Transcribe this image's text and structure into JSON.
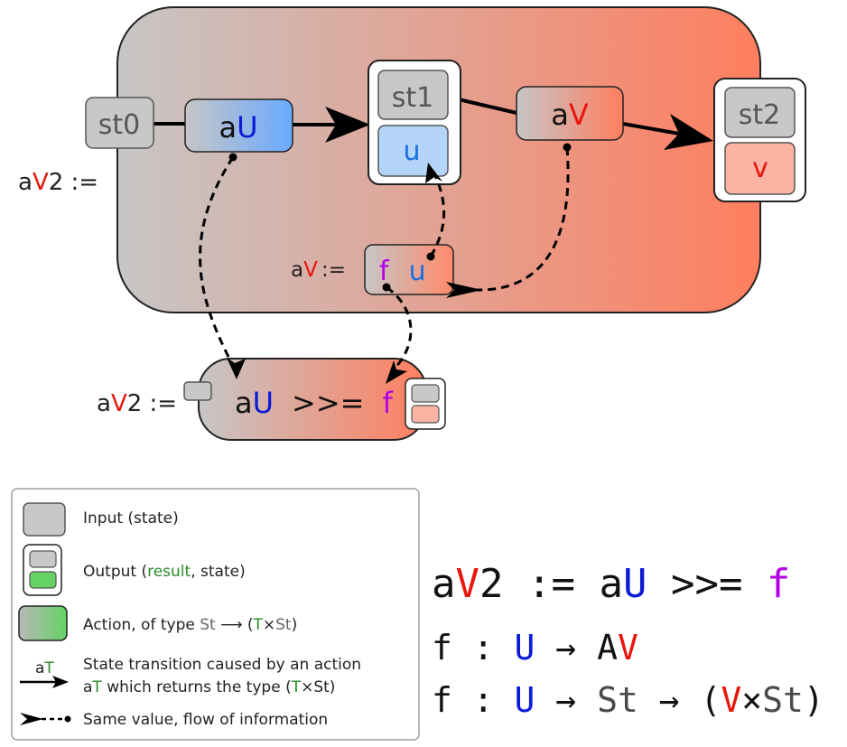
{
  "colors": {
    "state_gray": "#c8c8c8",
    "u_blue": "#0a1ad6",
    "u_box_blue": "#1a6fe0",
    "v_red": "#e8160c",
    "f_purple": "#b400e6",
    "t_green": "#2a8a2a",
    "st_gray": "#4a4a4a",
    "action_gradient_end_red": "#ff7e5f",
    "action_gradient_end_blue": "#6aaaff",
    "action_gradient_end_green": "#64d264"
  },
  "diagram": {
    "lhs_main": {
      "a": "a",
      "v": "V",
      "rest": "2 :="
    },
    "state0": "st0",
    "action_au": {
      "a": "a",
      "u": "U"
    },
    "state1": "st1",
    "result_u": "u",
    "action_av": {
      "a": "a",
      "v": "V"
    },
    "state2": "st2",
    "result_v": "v",
    "av_def": {
      "a": "a",
      "v": "V",
      "rest": ":="
    },
    "av_def_box": {
      "f": "f",
      "u": "u"
    },
    "lhs_bind": {
      "a": "a",
      "v": "V",
      "rest": "2 :="
    },
    "bind_action": {
      "a": "a",
      "u": "U",
      "op": ">>=",
      "f": "f"
    }
  },
  "legend": {
    "input_label": "Input (state)",
    "output_label_prefix": "Output (",
    "output_label_result": "result",
    "output_label_suffix": ", state)",
    "action_label_prefix": "Action, of type ",
    "action_label_st": "St",
    "action_label_arrow": " ⟶ (",
    "action_label_t": "T",
    "action_label_times": "×",
    "action_label_st2": "St",
    "action_label_close": ")",
    "arrow_label_a": "a",
    "arrow_label_t": "T",
    "transition_line1": "State transition caused by an action",
    "transition_line2_a": "a",
    "transition_line2_t": "T",
    "transition_line2_mid": " which returns the type (",
    "transition_line2_t2": "T",
    "transition_line2_rest": "×St)",
    "flow_label": "Same value, flow of information"
  },
  "formulas": {
    "f1": {
      "a": "a",
      "v": "V",
      "two": "2",
      "assign": " := ",
      "a2": "a",
      "u": "U",
      "op": " >>= ",
      "f": "f"
    },
    "f2": {
      "f": "f",
      "colon": " : ",
      "u": "U",
      "arrow": " → ",
      "a": "A",
      "v": "V"
    },
    "f3": {
      "f": "f",
      "colon": " : ",
      "u": "U",
      "arrow": " → ",
      "st": "St",
      "arrow2": " → ",
      "open": "(",
      "v": "V",
      "times": "×",
      "st2": "St",
      "close": ")"
    }
  }
}
